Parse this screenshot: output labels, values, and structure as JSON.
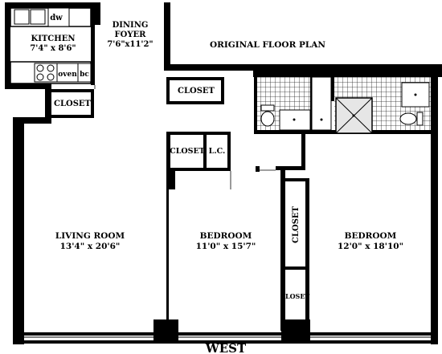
{
  "plan_title": "ORIGINAL FLOOR PLAN",
  "orientation": "WEST",
  "rooms": {
    "kitchen": {
      "name": "KITCHEN",
      "size": "7'4\" x 8'6\""
    },
    "dining_foyer": {
      "name_line1": "DINING",
      "name_line2": "FOYER",
      "size": "7'6\"x11'2\""
    },
    "living_room": {
      "name": "LIVING ROOM",
      "size": "13'4\" x 20'6\""
    },
    "bedroom_1": {
      "name": "BEDROOM",
      "size": "11'0\" x 15'7\""
    },
    "bedroom_2": {
      "name": "BEDROOM",
      "size": "12'0\" x 18'10\""
    }
  },
  "closets": {
    "foyer_closet": "CLOSET",
    "kitchen_closet": "CLOSET",
    "hall_closet": "CLOSET",
    "linen_closet": "L.C.",
    "bedroom2_closet_large": "CLOSET",
    "bedroom2_closet_small": "CLOSET"
  },
  "appliances": {
    "dishwasher": "dw",
    "oven": "oven",
    "bc": "bc"
  },
  "colors": {
    "walls": "#000000",
    "background": "#ffffff",
    "tile": "#222222",
    "shower": "#d9d9d9"
  }
}
